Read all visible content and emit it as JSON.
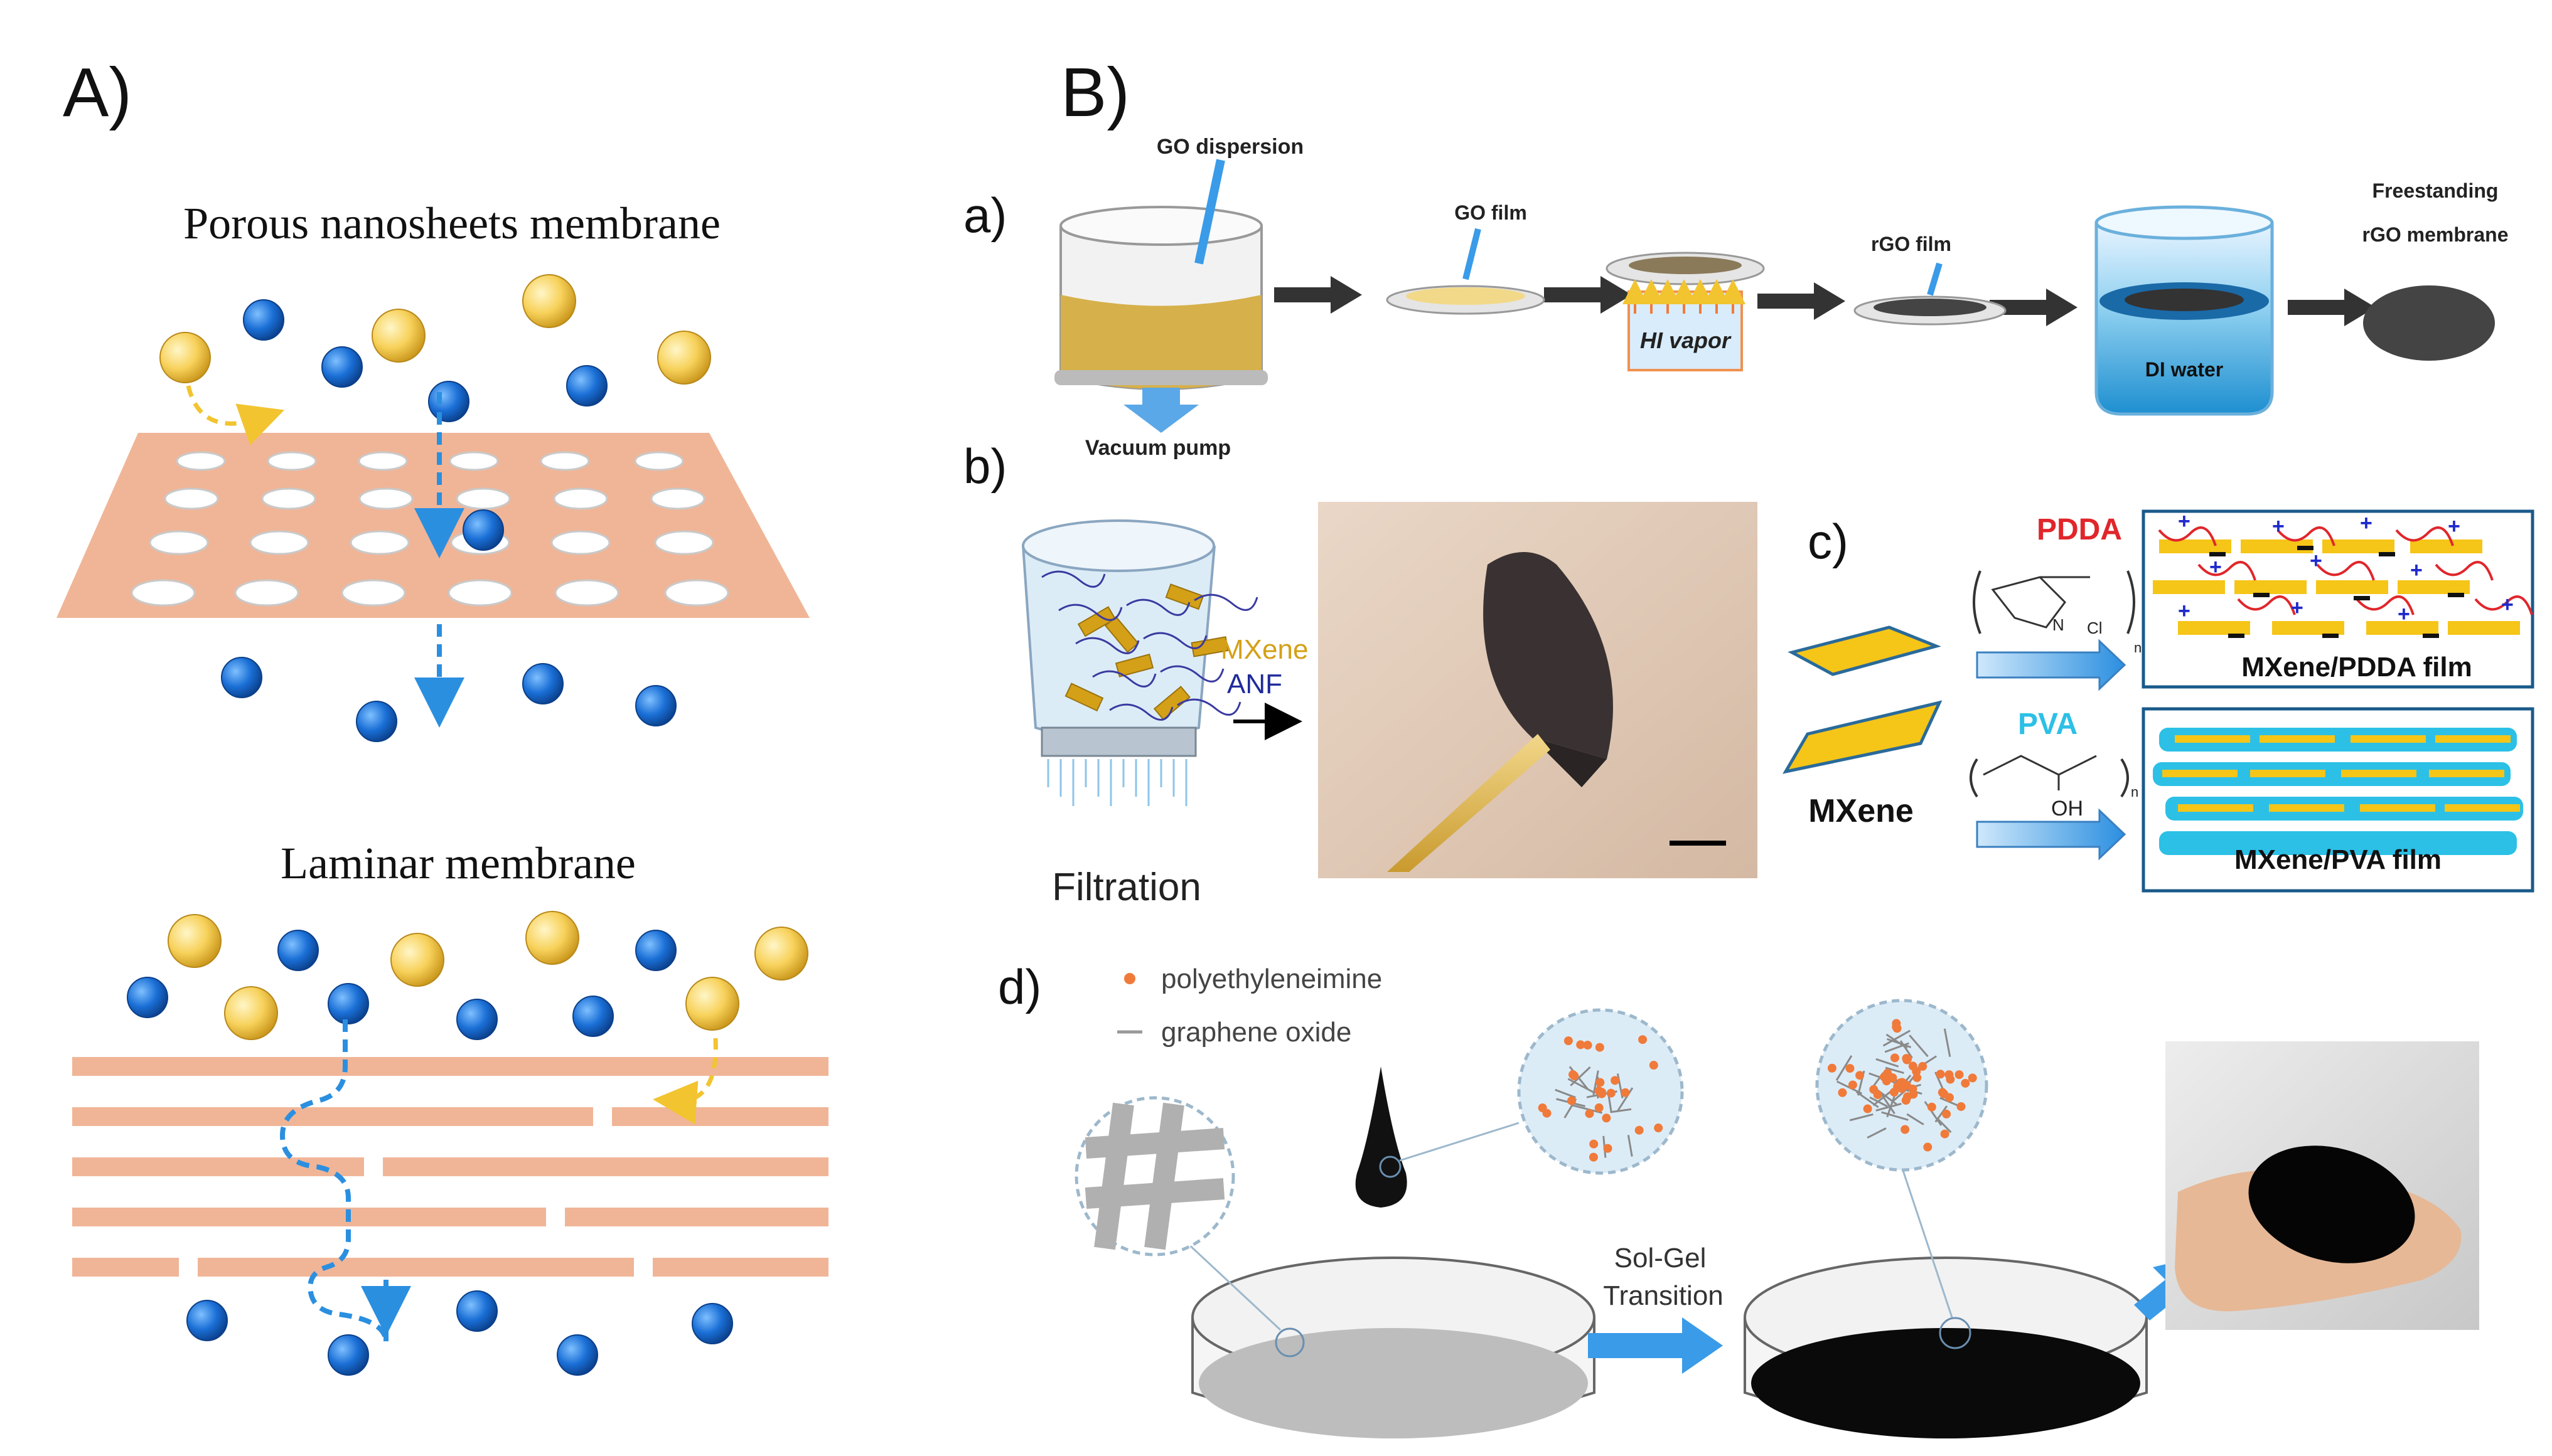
{
  "panelA": {
    "label": "A)",
    "porous_title": "Porous nanosheets membrane",
    "laminar_title": "Laminar membrane"
  },
  "panelB": {
    "label": "B)",
    "a": {
      "label": "a)",
      "go_dispersion": "GO dispersion",
      "vacuum_pump": "Vacuum pump",
      "go_film": "GO film",
      "hi_vapor": "HI vapor",
      "rgo_film": "rGO film",
      "di_water": "DI water",
      "freestanding_line1": "Freestanding",
      "freestanding_line2": "rGO membrane"
    },
    "b": {
      "label": "b)",
      "mxene": "MXene",
      "anf": "ANF",
      "filtration": "Filtration"
    },
    "c": {
      "label": "c)",
      "pdda": "PDDA",
      "pva": "PVA",
      "mxene": "MXene",
      "pdda_film": "MXene/PDDA film",
      "pva_film": "MXene/PVA film",
      "n_plus": "N",
      "cl_minus": "Cl",
      "oh": "OH",
      "subscript_n": "n"
    },
    "d": {
      "label": "d)",
      "legend_pei": "polyethyleneimine",
      "legend_go": "graphene oxide",
      "sol_gel_line1": "Sol-Gel",
      "sol_gel_line2": "Transition"
    }
  },
  "colors": {
    "ion_blue": "#1a6fd6",
    "ion_yellow": "#f2c430",
    "membrane_pink": "#f0b597",
    "arrow_blue": "#2b8fe0",
    "mxene_gold": "#f5c518",
    "pdda_red": "#e0262b",
    "pva_cyan": "#2cc0e6",
    "pei_orange": "#f07a3a"
  }
}
